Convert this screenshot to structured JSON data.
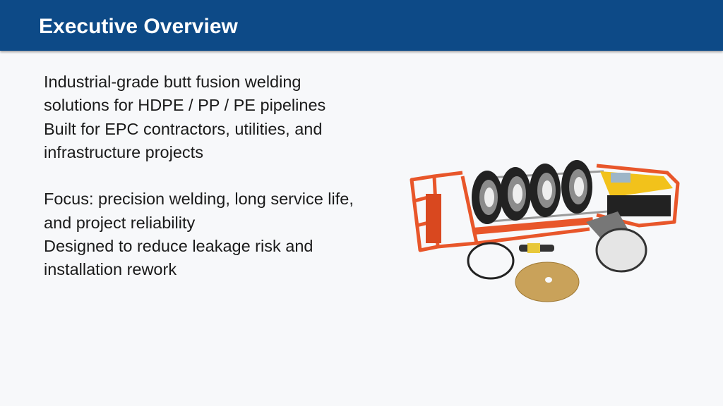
{
  "header": {
    "title": "Executive Overview"
  },
  "content": {
    "lines_group1": [
      "Industrial-grade butt fusion welding solutions for HDPE / PP / PE pipelines",
      "Built for EPC contractors, utilities, and infrastructure projects"
    ],
    "lines_group2": [
      "Focus: precision welding, long service life, and project reliability",
      "Designed to reduce leakage risk and installation rework"
    ]
  },
  "colors": {
    "header_bg": "#0d4a87",
    "frame_orange": "#e8562a",
    "unit_yellow": "#f2c21b"
  }
}
